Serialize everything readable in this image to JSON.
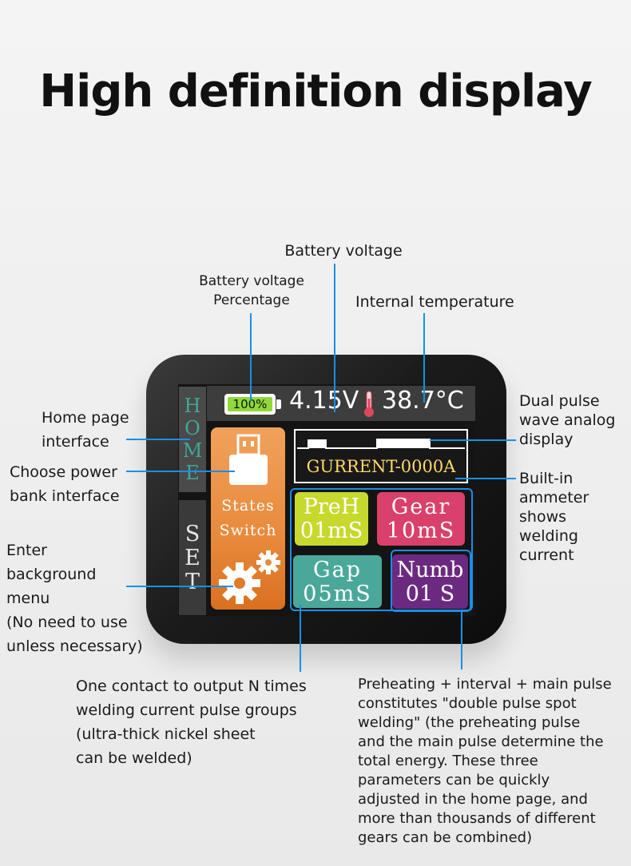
{
  "headline": "High definition display",
  "annotations": {
    "battery_voltage": "Battery voltage",
    "battery_pct_l1": "Battery voltage",
    "battery_pct_l2": "Percentage",
    "internal_temp": "Internal temperature",
    "dual_pulse_l1": "Dual pulse",
    "dual_pulse_l2": "wave analog",
    "dual_pulse_l3": "display",
    "ammeter_l1": "Built-in",
    "ammeter_l2": "ammeter",
    "ammeter_l3": "shows",
    "ammeter_l4": "welding",
    "ammeter_l5": "current",
    "home_l1": "Home page",
    "home_l2": "interface",
    "power_l1": "Choose power",
    "power_l2": "bank interface",
    "bg_l1": "Enter",
    "bg_l2": "background",
    "bg_l3": "menu",
    "bg_l4": "(No need to use",
    "bg_l5": "unless necessary)",
    "n_l1": "One contact to output N times",
    "n_l2": "welding current pulse groups",
    "n_l3": "(ultra-thick nickel sheet",
    "n_l4": "can be welded)",
    "pre_l1": "Preheating + interval + main pulse",
    "pre_l2": "constitutes \"double pulse spot",
    "pre_l3": "welding\" (the preheating pulse",
    "pre_l4": "and the main pulse determine the",
    "pre_l5": "total energy. These three",
    "pre_l6": "parameters can be quickly",
    "pre_l7": "adjusted in the home page, and",
    "pre_l8": "more than thousands of different",
    "pre_l9": "gears can be combined)"
  },
  "screen": {
    "battery_pct": "100%",
    "battery_level": 1.0,
    "voltage": "4.15V",
    "temperature": "38.7°C",
    "side_home": [
      "H",
      "O",
      "M",
      "E"
    ],
    "side_set": [
      "S",
      "E",
      "T"
    ],
    "states": "States",
    "switch": "Switch",
    "current": "GURRENT-0000A",
    "preh": {
      "l1": "PreH",
      "l2": "01mS"
    },
    "gear": {
      "l1": "Gear",
      "l2": "10mS"
    },
    "gap": {
      "l1": "Gap",
      "l2": "05mS"
    },
    "numb": {
      "l1": "Numb",
      "l2": "01 S"
    }
  },
  "icons": {
    "power_bank": "usb-stick-icon",
    "settings": "gears-icon",
    "temperature": "thermometer-icon",
    "battery": "battery-icon"
  },
  "colors": {
    "annotation_line": "#1a8fe6",
    "battery_fill": "#8fd93a",
    "preh": "#c7d92c",
    "gear": "#d9406a",
    "gap": "#4aa89a",
    "numb": "#6b2a80",
    "orange_tile": "#e88a3c",
    "current_text": "#ffd966",
    "side_home_text": "#3fa89a",
    "side_set_text": "#e6e6e6"
  }
}
